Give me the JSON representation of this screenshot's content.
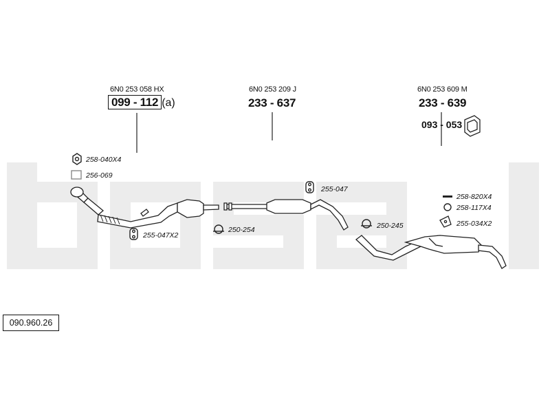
{
  "watermark": "bosal",
  "catalog_number": "090.960.26",
  "assemblies": [
    {
      "oe_number": "6N0 253 058 HX",
      "part_number": "099 - 112",
      "suffix": "(a)"
    },
    {
      "oe_number": "6N0 253 209 J",
      "part_number": "233 - 637"
    },
    {
      "oe_number": "6N0 253 609 M",
      "part_number": "233 - 639",
      "mount_part": "093 - 053"
    }
  ],
  "parts": [
    {
      "number": "258-040X4",
      "icon": "nut-icon"
    },
    {
      "number": "256-069",
      "icon": "gasket-icon"
    },
    {
      "number": "255-047X2",
      "icon": "rubber-hanger-icon"
    },
    {
      "number": "250-254",
      "icon": "clamp-icon"
    },
    {
      "number": "255-047",
      "icon": "rubber-hanger-icon"
    },
    {
      "number": "250-245",
      "icon": "clamp-icon"
    },
    {
      "number": "258-820X4",
      "icon": "bolt-icon"
    },
    {
      "number": "258-117X4",
      "icon": "washer-icon"
    },
    {
      "number": "255-034X2",
      "icon": "bracket-icon"
    }
  ]
}
